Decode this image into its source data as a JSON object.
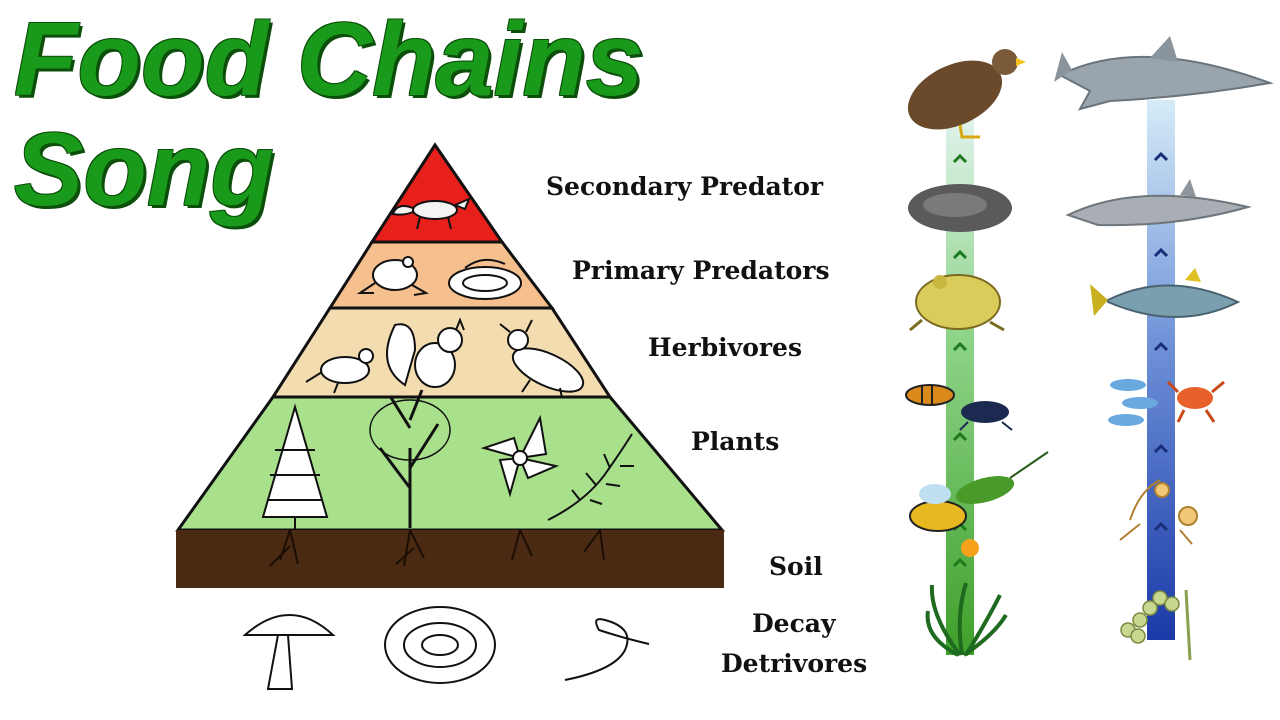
{
  "title": {
    "line1": "Food Chains",
    "line2": "Song"
  },
  "pyramid_levels": {
    "secondary_predator": "Secondary Predator",
    "primary_predators": "Primary Predators",
    "herbivores": "Herbivores",
    "plants": "Plants",
    "soil": "Soil",
    "decay": "Decay",
    "detrivores": "Detrivores"
  },
  "colors": {
    "title_green": "#1a9a1a",
    "apex": "#e8201c",
    "primary": "#f5c08e",
    "herbivore": "#f2dcb0",
    "plants": "#a9e08c",
    "soil": "#4a2a12",
    "land_chain": "#6cc04a",
    "sea_chain": "#2a4fb8"
  },
  "food_chains": [
    "land-food-chain",
    "ocean-food-chain"
  ]
}
